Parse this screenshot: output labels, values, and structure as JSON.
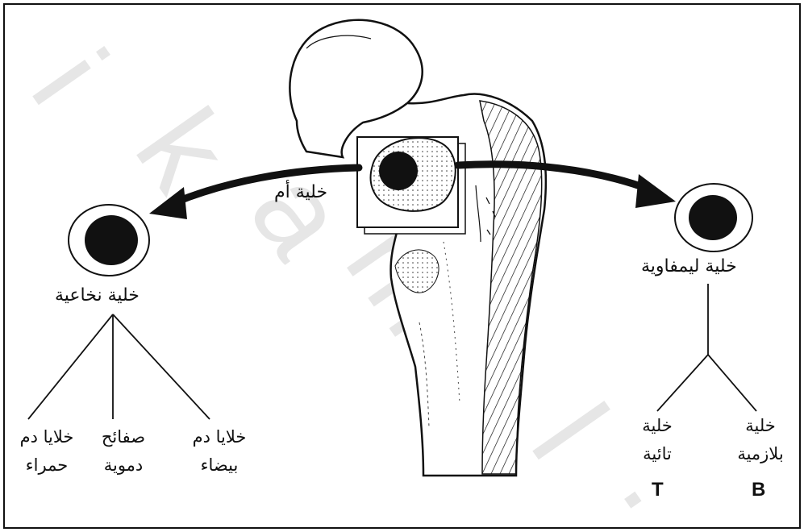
{
  "diagram": {
    "stem_cell_label": "خلية أم",
    "myeloid": {
      "label": "خلية نخاعية",
      "products": [
        {
          "line1": "خلايا دم",
          "line2": "حمراء"
        },
        {
          "line1": "صفائح",
          "line2": "دموية"
        },
        {
          "line1": "خلايا دم",
          "line2": "بيضاء"
        }
      ]
    },
    "lymphoid": {
      "label": "خلية ليمفاوية",
      "products": [
        {
          "line1": "خلية",
          "line2": "تائية",
          "letter": "T"
        },
        {
          "line1": "خلية",
          "line2": "بلازمية",
          "letter": "B"
        }
      ]
    }
  },
  "colors": {
    "ink": "#111111",
    "watermark": "#e6e6e6",
    "background": "#ffffff"
  }
}
